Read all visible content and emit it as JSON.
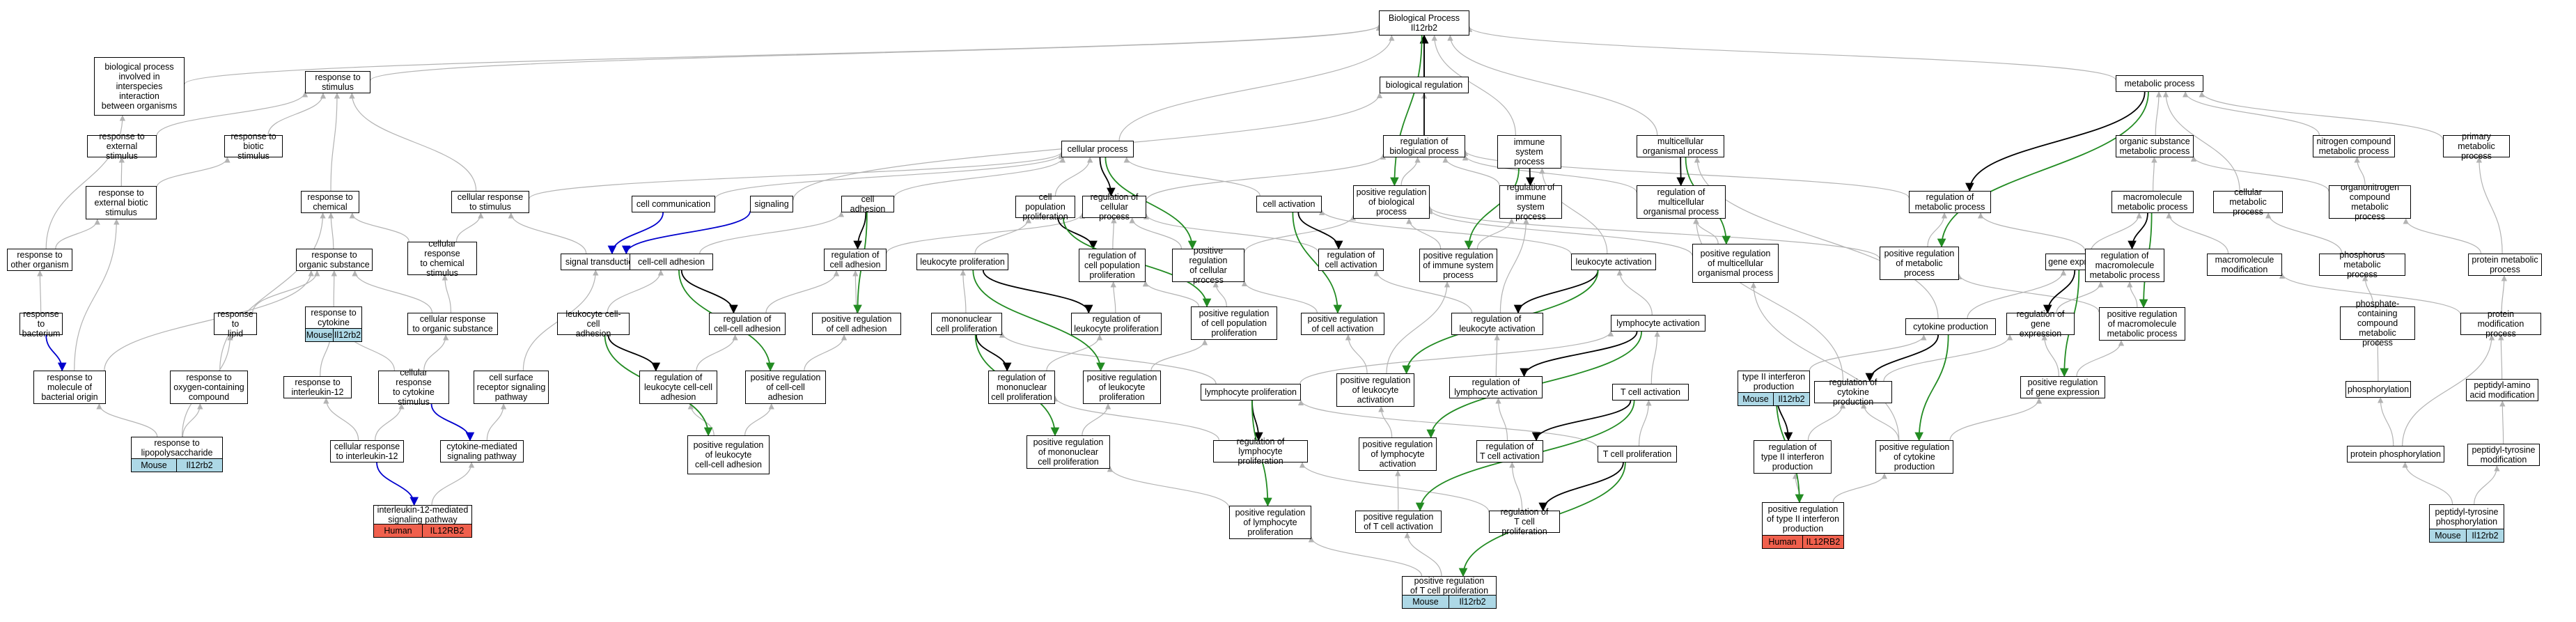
{
  "colors": {
    "isa": "#b3b3b3",
    "part": "#000000",
    "positive": "#228b22",
    "regulates": "#0000cd",
    "mouse": "#add8e6",
    "human": "#f0604d"
  },
  "nodes": {
    "bp": "Biological Process\nIl12rb2",
    "biointer": "biological process\ninvolved in\ninterspecies\ninteraction\nbetween organisms",
    "resp_stim": "response to\nstimulus",
    "resp_ext": "response to\nexternal stimulus",
    "resp_biotic": "response to\nbiotic stimulus",
    "resp_extbiotic": "response to\nexternal biotic\nstimulus",
    "resp_other": "response to\nother organism",
    "resp_bact": "response to\nbacterium",
    "resp_molbact": "response to\nmolecule of\nbacterial origin",
    "resp_chem": "response to\nchemical",
    "resp_org": "response to\norganic substance",
    "cell_resp_chem": "cellular response\nto chemical\nstimulus",
    "cell_resp_org": "cellular response\nto organic substance",
    "resp_cyt": "response to\ncytokine",
    "resp_lipid": "response to\nlipid",
    "resp_oxy": "response to\noxygen-containing\ncompound",
    "resp_lps": "response to\nlipopolysaccharide",
    "resp_il12": "response to\ninterleukin-12",
    "cell_resp_cyt": "cellular response\nto cytokine\nstimulus",
    "cell_resp_il12": "cellular response\nto interleukin-12",
    "cell_resp_stim": "cellular response\nto stimulus",
    "sig_trans": "signal transduction",
    "csr_path": "cell surface\nreceptor signaling\npathway",
    "cyt_path": "cytokine-mediated\nsignaling pathway",
    "il12_path": "interleukin-12-mediated\nsignaling pathway",
    "cell_comm": "cell communication",
    "signaling": "signaling",
    "cell_proc": "cellular process",
    "bio_reg": "biological regulation",
    "reg_bp": "regulation of\nbiological process",
    "imm_proc": "immune system\nprocess",
    "multi_proc": "multicellular\norganismal process",
    "metab": "metabolic process",
    "cell_adh": "cell adhesion",
    "cc_adh": "cell-cell adhesion",
    "leuk_cc_adh": "leukocyte cell-cell\nadhesion",
    "reg_leuk_cc": "regulation of\nleukocyte cell-cell\nadhesion",
    "reg_cc_adh": "regulation of\ncell-cell adhesion",
    "pos_cc_adh": "positive regulation\nof cell-cell\nadhesion",
    "reg_cell_adh": "regulation of\ncell adhesion",
    "pos_cell_adh": "positive regulation\nof cell adhesion",
    "pos_leuk_cc": "positive regulation\nof leukocyte\ncell-cell adhesion",
    "cell_pop": "cell population\nproliferation",
    "reg_cell_proc": "regulation of\ncellular process",
    "reg_cell_pop": "regulation of\ncell population\nproliferation",
    "pos_cell_proc": "positive regulation\nof cellular\nprocess",
    "pos_cell_pop": "positive regulation\nof cell population\nproliferation",
    "leuk_prolif": "leukocyte proliferation",
    "mono_prolif": "mononuclear\ncell proliferation",
    "reg_leuk_prolif": "regulation of\nleukocyte proliferation",
    "reg_mono_prolif": "regulation of\nmononuclear\ncell proliferation",
    "pos_leuk_prolif": "positive regulation\nof leukocyte\nproliferation",
    "pos_mono_prolif": "positive regulation\nof mononuclear\ncell proliferation",
    "lymph_prolif": "lymphocyte proliferation",
    "reg_lymph_prolif": "regulation of\nlymphocyte proliferation",
    "pos_lymph_prolif": "positive regulation\nof lymphocyte\nproliferation",
    "cell_act": "cell activation",
    "reg_cell_act": "regulation of\ncell activation",
    "pos_cell_act": "positive regulation\nof cell activation",
    "pos_bp": "positive regulation\nof biological\nprocess",
    "reg_imm": "regulation of\nimmune system\nprocess",
    "pos_imm": "positive regulation\nof immune system\nprocess",
    "reg_multi": "regulation of\nmulticellular\norganismal process",
    "pos_multi": "positive regulation\nof multicellular\norganismal process",
    "leuk_act": "leukocyte activation",
    "reg_leuk_act": "regulation of\nleukocyte activation",
    "pos_leuk_act": "positive regulation\nof leukocyte\nactivation",
    "lymph_act": "lymphocyte activation",
    "reg_lymph_act": "regulation of\nlymphocyte activation",
    "pos_lymph_act": "positive regulation\nof lymphocyte\nactivation",
    "tcell_act": "T cell activation",
    "reg_tcell_act": "regulation of\nT cell activation",
    "pos_tcell_act": "positive regulation\nof T cell activation",
    "tcell_prolif": "T cell proliferation",
    "reg_tcell_prolif": "regulation of\nT cell proliferation",
    "pos_tcell_prolif": "positive regulation\nof T cell proliferation",
    "reg_metab": "regulation of\nmetabolic process",
    "pos_metab": "positive regulation\nof metabolic\nprocess",
    "org_sub_metab": "organic substance\nmetabolic process",
    "macro_metab": "macromolecule\nmetabolic process",
    "cell_metab": "cellular metabolic\nprocess",
    "nitro_metab": "nitrogen compound\nmetabolic process",
    "orgnitro_metab": "organonitrogen\ncompound metabolic\nprocess",
    "prim_metab": "primary metabolic\nprocess",
    "gene_expr": "gene expression",
    "reg_gene_expr": "regulation of\ngene expression",
    "pos_gene_expr": "positive regulation\nof gene expression",
    "reg_macro": "regulation of\nmacromolecule\nmetabolic process",
    "pos_macro": "positive regulation\nof macromolecule\nmetabolic process",
    "macro_mod": "macromolecule\nmodification",
    "phos_metab": "phosphorus metabolic\nprocess",
    "phosph_cmp": "phosphate-containing\ncompound metabolic\nprocess",
    "phosphorylation": "phosphorylation",
    "prot_phos": "protein phosphorylation",
    "prot_metab": "protein metabolic\nprocess",
    "prot_mod": "protein modification\nprocess",
    "pep_aa_mod": "peptidyl-amino\nacid modification",
    "pep_tyr_mod": "peptidyl-tyrosine\nmodification",
    "pep_tyr_phos": "peptidyl-tyrosine\nphosphorylation",
    "cyt_prod": "cytokine production",
    "reg_cyt_prod": "regulation of\ncytokine production",
    "pos_cyt_prod": "positive regulation\nof cytokine\nproduction",
    "type2_ifn": "type II interferon\nproduction",
    "reg_type2": "regulation of\ntype II interferon\nproduction",
    "pos_type2": "positive regulation\nof type II interferon\nproduction"
  },
  "annotations": {
    "resp_cyt": [
      "Mouse",
      "Il12rb2"
    ],
    "resp_lps": [
      "Mouse",
      "Il12rb2"
    ],
    "il12_path": [
      "Human",
      "IL12RB2"
    ],
    "pos_tcell_prolif": [
      "Mouse",
      "Il12rb2"
    ],
    "type2_ifn": [
      "Mouse",
      "Il12rb2"
    ],
    "pos_type2": [
      "Human",
      "IL12RB2"
    ],
    "pep_tyr_phos": [
      "Mouse",
      "Il12rb2"
    ]
  }
}
